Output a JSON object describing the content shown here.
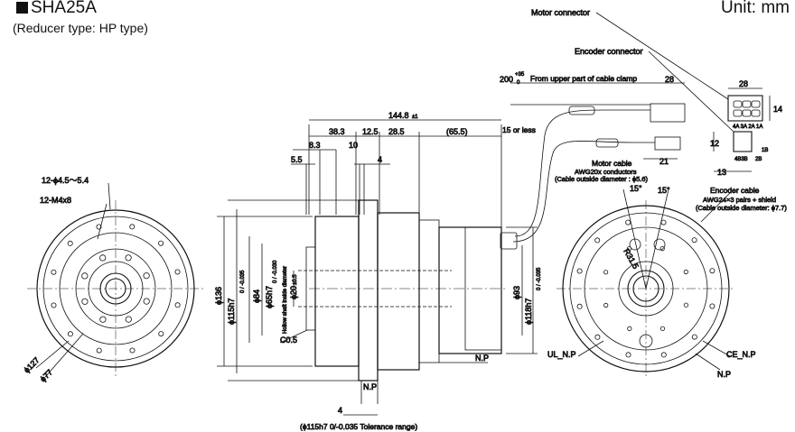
{
  "header": {
    "title": "SHA25A",
    "subtitle": "(Reducer type: HP type)",
    "unit": "Unit: mm"
  },
  "labels": {
    "motor_connector": "Motor connector",
    "encoder_connector": "Encoder connector",
    "cable_len_200": "200",
    "cable_len_tol_upper": "+35",
    "cable_len_tol_lower": "0",
    "from_clamp": "From upper part of cable clamp",
    "dim_28_a": "28",
    "dim_28_b": "28",
    "dim_14": "14",
    "dim_12": "12",
    "dim_13": "13",
    "dim_21": "21",
    "pins_top": "4A 3A 2A 1A",
    "pin_1b": "1B",
    "pin_2b": "2B",
    "pins_bottom": "4B3B",
    "len_144_8": "144.8",
    "len_144_8_tol": "±1",
    "len_38_3": "38.3",
    "len_12_5": "12.5",
    "len_28_5": "28.5",
    "len_65_5": "(65.5)",
    "len_15": "15 or less",
    "len_8_3": "8.3",
    "len_10": "10",
    "len_5_5": "5.5",
    "len_4_top": "4",
    "len_4_bottom": "4",
    "motor_cable": "Motor cable",
    "motor_cable_cond": "AWG20x conductors",
    "motor_cable_od": "(Cable outside diameter : ϕ5.6)",
    "encoder_cable": "Encoder cable",
    "encoder_cable_cond": "AWG24×3 pairs + shield",
    "encoder_cable_od": "(Cable outside diameter: ϕ7.7)",
    "holes_a": "12-ϕ4.5～5.4",
    "holes_b": "12-M4x8",
    "dia_127": "ϕ127",
    "dia_77": "ϕ77",
    "dia_136": "ϕ136",
    "dia_115": "ϕ115h7",
    "dia_115_tol": "0 / -0.035",
    "dia_84": "ϕ84",
    "dia_65": "ϕ65h7",
    "dia_65_tol": "0 / -0.030",
    "hollow_note": "Hollow shaft inside diameter",
    "dia_20": "ϕ20",
    "dia_20_tol": "±0.5",
    "chamfer": "C0.5",
    "dia_93": "ϕ93",
    "dia_118": "ϕ118h7",
    "dia_118_tol": "0 / -0.035",
    "np_a": "N.P",
    "np_b": "N.P",
    "np_c": "N.P",
    "ul_np": "UL_N.P",
    "ce_np": "CE_N.P",
    "angle_15a": "15°",
    "angle_15b": "15°",
    "radius": "R31.5",
    "tolerance_note": "(ϕ115h7 0/-0.035 Tolerance range)"
  }
}
